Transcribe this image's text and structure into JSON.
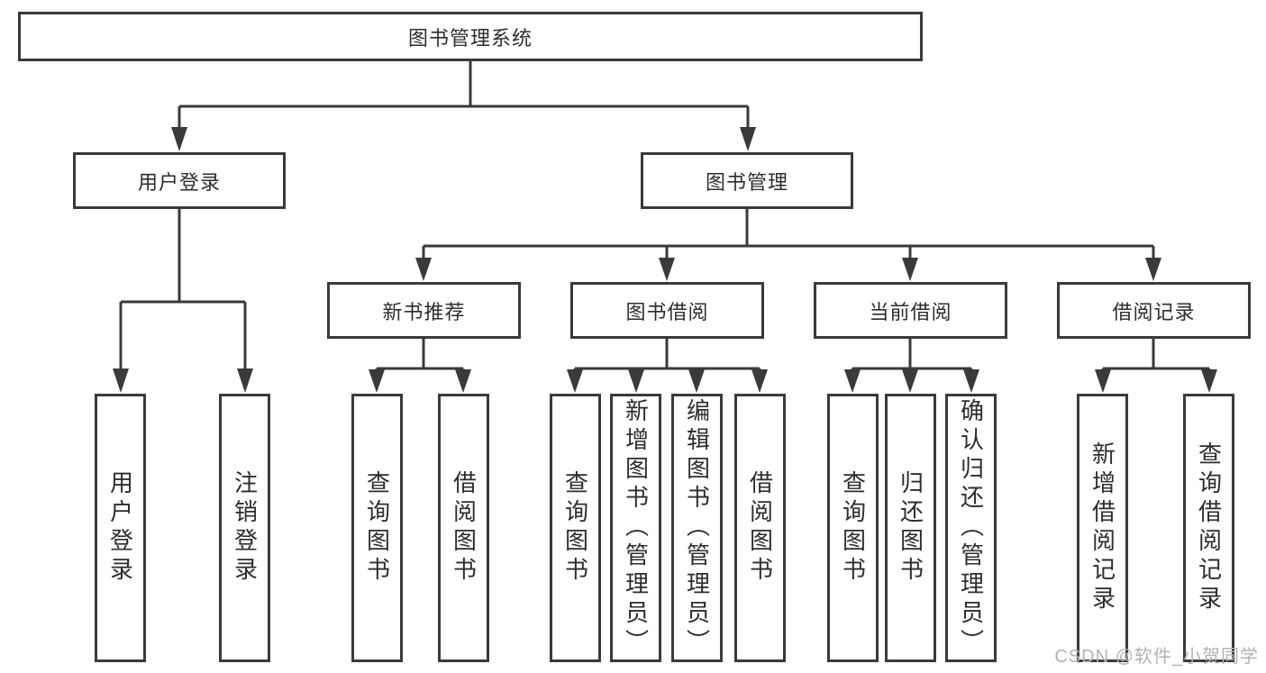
{
  "diagram": {
    "root": "图书管理系统",
    "user_branch": {
      "label": "用户登录",
      "children": [
        "用户登录",
        "注销登录"
      ]
    },
    "book_branch": {
      "label": "图书管理"
    },
    "modules": {
      "newbook": {
        "label": "新书推荐",
        "children": [
          "查询图书",
          "借阅图书"
        ]
      },
      "borrow": {
        "label": "图书借阅",
        "children": [
          "查询图书",
          "新增图书（管理员）",
          "编辑图书（管理员）",
          "借阅图书"
        ]
      },
      "current": {
        "label": "当前借阅",
        "children": [
          "查询图书",
          "归还图书",
          "确认归还（管理员）"
        ]
      },
      "records": {
        "label": "借阅记录",
        "children": [
          "新增借阅记录",
          "查询借阅记录"
        ]
      }
    }
  },
  "watermark": "CSDN @软件_小贺同学",
  "colors": {
    "line": "#3a3a3a",
    "text": "#2d2d2d",
    "watermark": "#b2b2b2",
    "background": "#ffffff"
  }
}
